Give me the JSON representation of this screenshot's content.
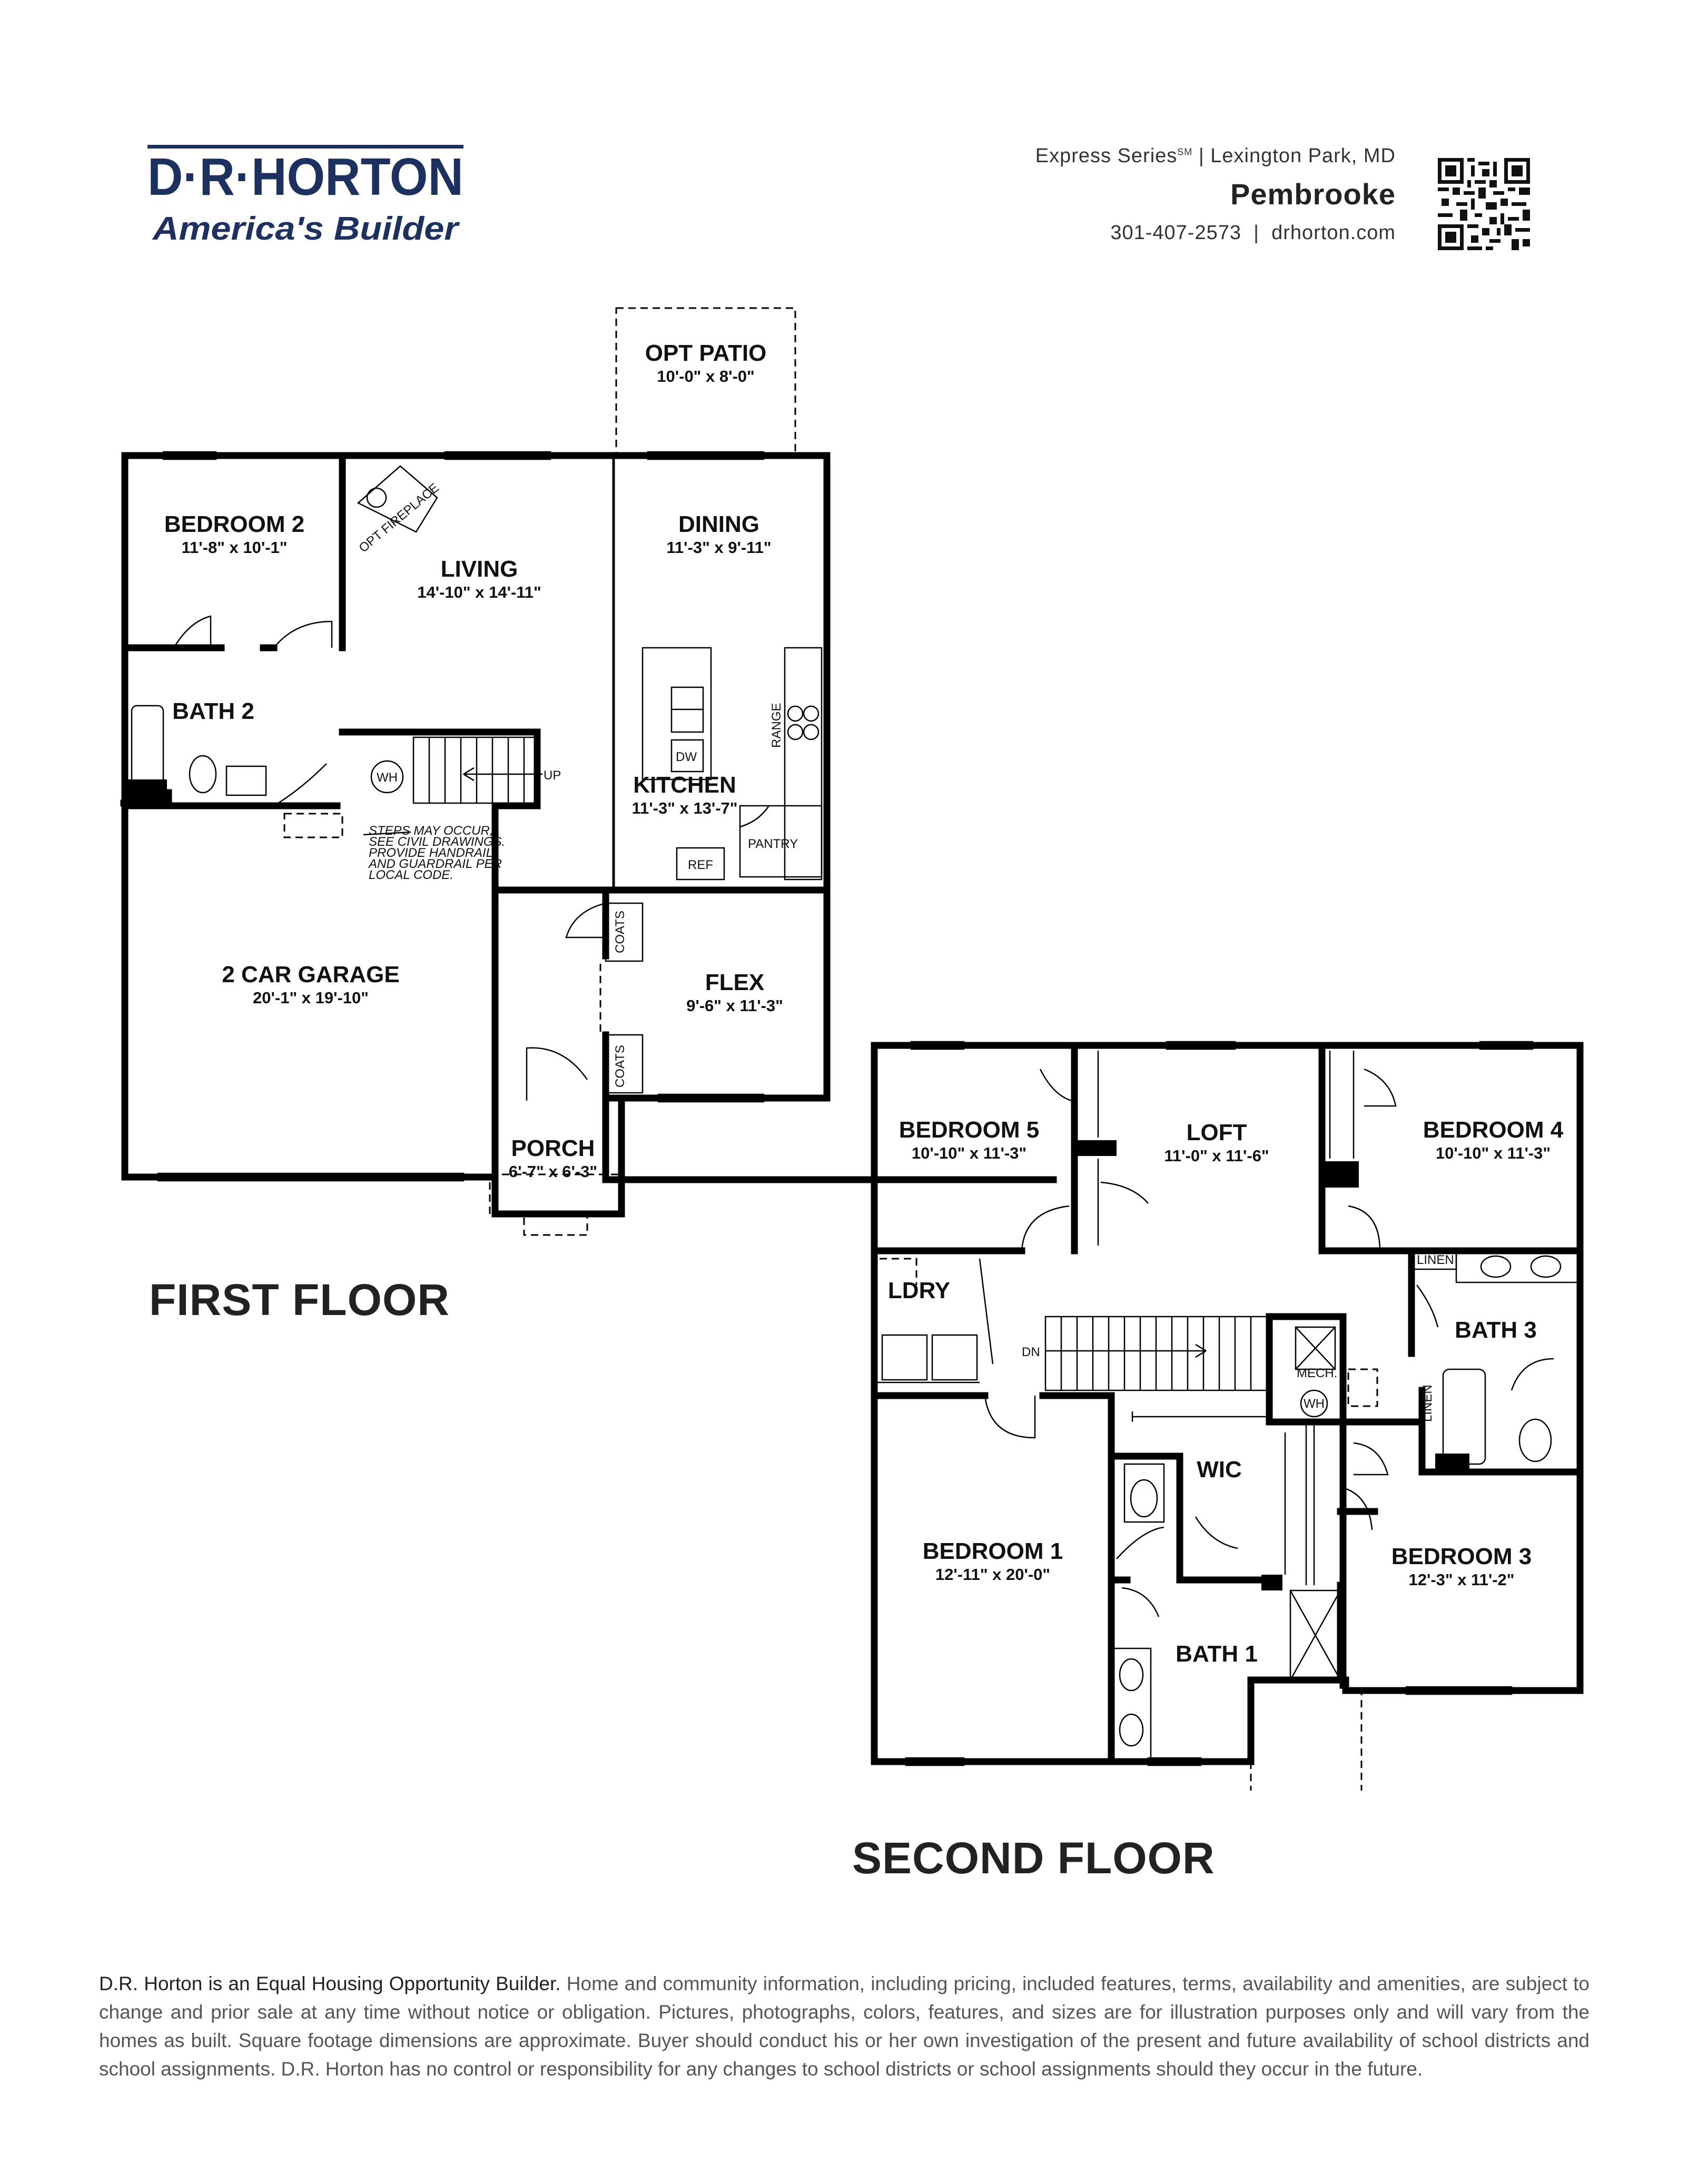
{
  "brand": {
    "name": "D·R·HORTON",
    "tagline": "America's Builder",
    "color": "#1d3160"
  },
  "header": {
    "series": "Express Series",
    "series_mark": "SM",
    "location": "| Lexington Park, MD",
    "plan_name": "Pembrooke",
    "phone": "301-407-2573",
    "separator": "|",
    "website": "drhorton.com",
    "qr_icon": "qr-code-icon"
  },
  "first_floor": {
    "title": "FIRST FLOOR",
    "rooms": {
      "opt_patio": {
        "name": "OPT PATIO",
        "dims": "10'-0\" x 8'-0\""
      },
      "bedroom2": {
        "name": "BEDROOM 2",
        "dims": "11'-8\" x 10'-1\""
      },
      "living": {
        "name": "LIVING",
        "dims": "14'-10\" x 14'-11\""
      },
      "dining": {
        "name": "DINING",
        "dims": "11'-3\" x 9'-11\""
      },
      "bath2": {
        "name": "BATH 2"
      },
      "kitchen": {
        "name": "KITCHEN",
        "dims": "11'-3\" x 13'-7\""
      },
      "garage": {
        "name": "2 CAR GARAGE",
        "dims": "20'-1\" x 19'-10\""
      },
      "flex": {
        "name": "FLEX",
        "dims": "9'-6\" x 11'-3\""
      },
      "porch": {
        "name": "PORCH",
        "dims": "6'-7\" x 6'-3\""
      }
    },
    "labels": {
      "opt_fireplace": "OPT FIREPLACE",
      "range": "RANGE",
      "dw": "DW",
      "pantry": "PANTRY",
      "ref": "REF",
      "wh": "WH",
      "up": "UP",
      "coats": "COATS",
      "steps_note": [
        "STEPS MAY OCCUR,",
        "SEE CIVIL DRAWINGS.",
        "PROVIDE HANDRAIL",
        "AND GUARDRAIL PER",
        "LOCAL CODE."
      ]
    }
  },
  "second_floor": {
    "title": "SECOND FLOOR",
    "rooms": {
      "bedroom5": {
        "name": "BEDROOM 5",
        "dims": "10'-10\" x 11'-3\""
      },
      "loft": {
        "name": "LOFT",
        "dims": "11'-0\" x 11'-6\""
      },
      "bedroom4": {
        "name": "BEDROOM 4",
        "dims": "10'-10\" x 11'-3\""
      },
      "ldry": {
        "name": "LDRY"
      },
      "bath3": {
        "name": "BATH 3"
      },
      "bedroom1": {
        "name": "BEDROOM 1",
        "dims": "12'-11\" x 20'-0\""
      },
      "wic": {
        "name": "WIC"
      },
      "bath1": {
        "name": "BATH 1"
      },
      "bedroom3": {
        "name": "BEDROOM 3",
        "dims": "12'-3\" x 11'-2\""
      }
    },
    "labels": {
      "linen": "LINEN",
      "dn": "DN",
      "mech": "MECH.",
      "wh": "WH"
    }
  },
  "disclaimer": {
    "lead": "D.R. Horton is an Equal Housing Opportunity Builder.",
    "body": " Home and community information, including pricing, included features, terms, availability and amenities, are subject to change and prior sale at any time without notice or obligation. Pictures, photographs, colors, features, and sizes are for illustration purposes only and will vary from the homes as built. Square footage dimensions are approximate. Buyer should conduct his or her own investigation of the present and future availability of school districts and school assignments. D.R. Horton has no control or responsibility for any changes to school districts or school assignments should they occur in the future."
  }
}
